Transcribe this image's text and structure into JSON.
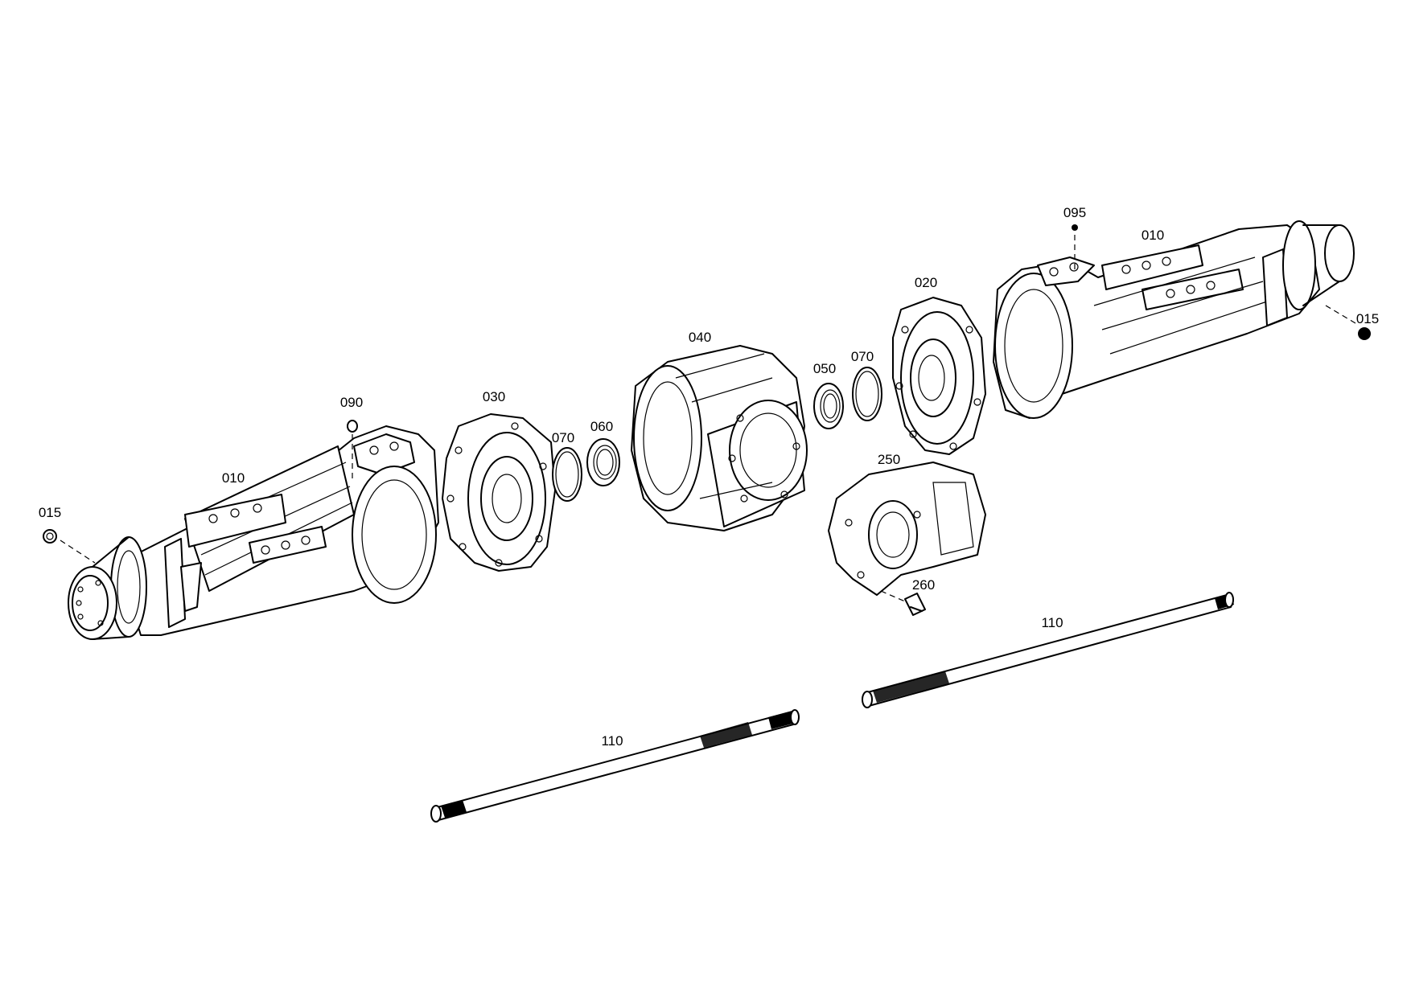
{
  "labels": {
    "p010_left": "010",
    "p015_left": "015",
    "p090": "090",
    "p030": "030",
    "p070_left": "070",
    "p060": "060",
    "p040": "040",
    "p050": "050",
    "p070_right": "070",
    "p020": "020",
    "p095": "095",
    "p010_right": "010",
    "p015_right": "015",
    "p250": "250",
    "p260": "260",
    "p110_right": "110",
    "p110_left": "110"
  }
}
